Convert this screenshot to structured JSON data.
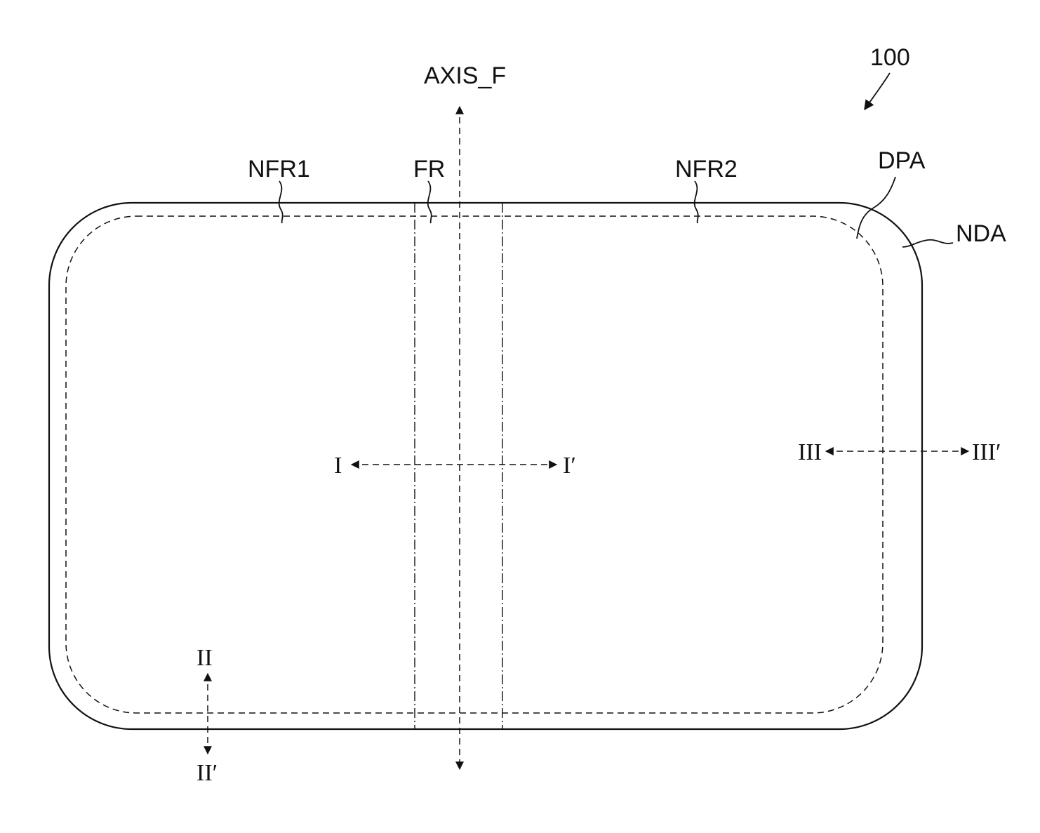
{
  "figure_number": "100",
  "labels": {
    "axis": "AXIS_F",
    "fr": "FR",
    "nfr1": "NFR1",
    "nfr2": "NFR2",
    "dpa": "DPA",
    "nda": "NDA"
  },
  "sections": {
    "i_start": "I",
    "i_end": "I′",
    "ii_start": "II",
    "ii_end": "II′",
    "iii_start": "III",
    "iii_end": "III′"
  }
}
